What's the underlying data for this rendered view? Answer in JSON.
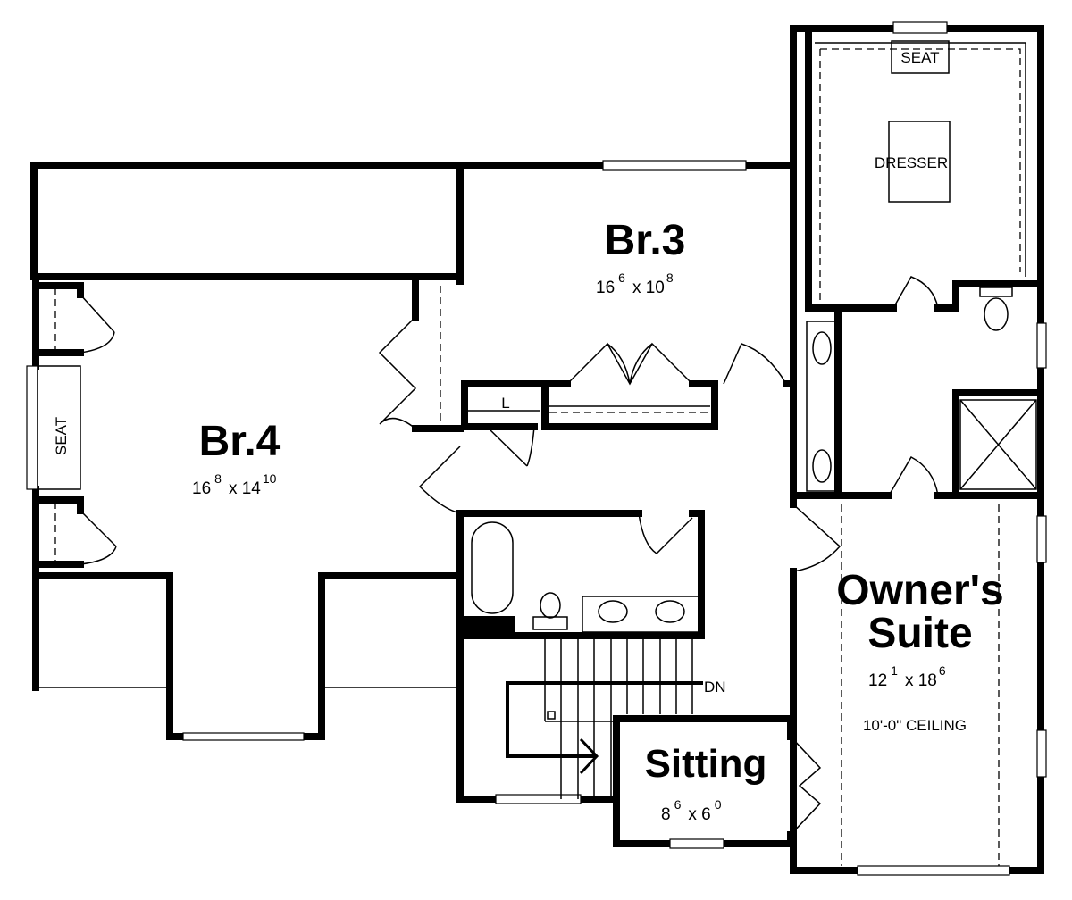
{
  "rooms": {
    "br4": {
      "name": "Br.4",
      "w": "16",
      "w_in": "8",
      "h": "x 14",
      "h_in": "10"
    },
    "br3": {
      "name": "Br.3",
      "w": "16",
      "w_in": "6",
      "h": "x 10",
      "h_in": "8"
    },
    "owner": {
      "name_line1": "Owner's",
      "name_line2": "Suite",
      "w": "12",
      "w_in": "1",
      "h": "x 18",
      "h_in": "6",
      "note": "10'-0\" CEILING"
    },
    "sitting": {
      "name": "Sitting",
      "w": "8",
      "w_in": "6",
      "h": "x 6",
      "h_in": "0"
    }
  },
  "labels": {
    "seat_left": "SEAT",
    "seat_top": "SEAT",
    "dresser": "DRESSER",
    "linen": "L",
    "stairs_down": "DN"
  }
}
